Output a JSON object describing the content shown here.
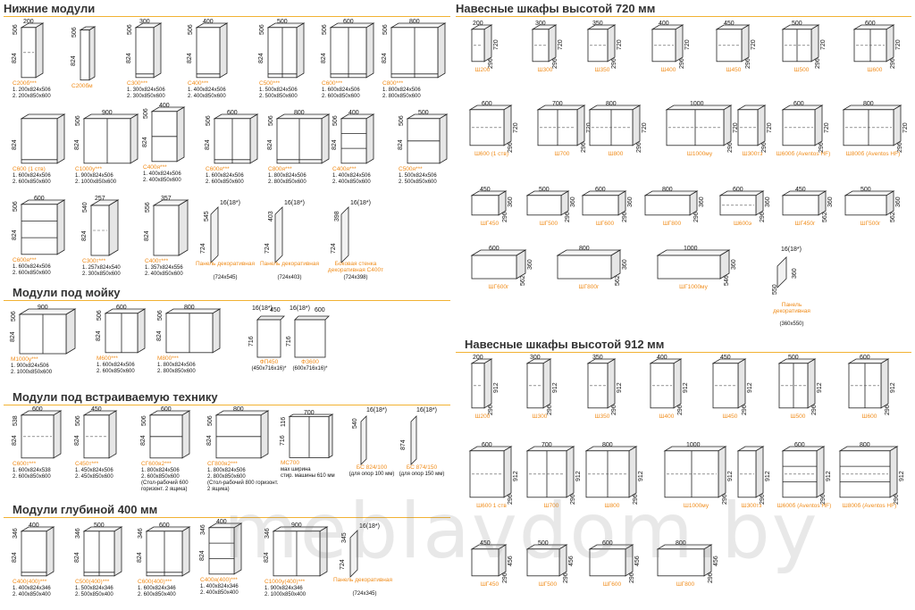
{
  "sections": {
    "bottom": "Нижние модули",
    "wall720": "Навесные шкафы высотой 720 мм",
    "sink": "Модули под мойку",
    "builtin": "Модули под встраиваемую технику",
    "wall912": "Навесные шкафы высотой 912 мм",
    "depth400": "Модули глубиной 400 мм"
  },
  "watermark": "meblavdom.by",
  "bottom_modules": [
    {
      "w": "200",
      "d": "506",
      "h": "824",
      "name": "С200б***",
      "d1": "1. 200х824х506",
      "d2": "2. 200х850х600"
    },
    {
      "w": "",
      "d": "506",
      "h": "824",
      "name": "С200бм",
      "d1": "",
      "d2": ""
    },
    {
      "w": "300",
      "d": "506",
      "h": "824",
      "name": "С300***",
      "d1": "1. 300х824х506",
      "d2": "2. 300х850х600"
    },
    {
      "w": "400",
      "d": "506",
      "h": "824",
      "name": "С400***",
      "d1": "1. 400х824х506",
      "d2": "2. 400х850х600"
    },
    {
      "w": "500",
      "d": "506",
      "h": "824",
      "name": "С500***",
      "d1": "1. 500х824х506",
      "d2": "2. 500х850х600"
    },
    {
      "w": "600",
      "d": "506",
      "h": "824",
      "name": "С600***",
      "d1": "1. 600х824х506",
      "d2": "2. 600х850х600"
    },
    {
      "w": "800",
      "d": "506",
      "h": "824",
      "name": "С800***",
      "d1": "1. 800х824х506",
      "d2": "2. 800х850х600"
    },
    {
      "w": "",
      "d": "",
      "h": "824",
      "name": "С600 (1 ств)",
      "d1": "1. 600х824х506",
      "d2": "2. 600х850х600"
    },
    {
      "w": "900",
      "d": "506",
      "h": "824",
      "name": "С1000у***",
      "d1": "1. 900х824х506",
      "d2": "2. 1000х850х600"
    },
    {
      "w": "400",
      "d": "506",
      "h": "824",
      "name": "С400я***",
      "d1": "1. 400х824х506",
      "d2": "2. 400х850х600"
    },
    {
      "w": "600",
      "d": "506",
      "h": "824",
      "name": "С600я***",
      "d1": "1. 600х824х506",
      "d2": "2. 600х850х600"
    },
    {
      "w": "800",
      "d": "506",
      "h": "824",
      "name": "С800я***",
      "d1": "1. 800х824х506",
      "d2": "2. 800х850х600"
    },
    {
      "w": "400",
      "d": "506",
      "h": "824",
      "name": "С400я***",
      "d1": "1. 400х824х506",
      "d2": "2. 400х850х600"
    },
    {
      "w": "500",
      "d": "506",
      "h": "824",
      "name": "С500я***",
      "d1": "1. 500х824х506",
      "d2": "2. 500х850х600"
    },
    {
      "w": "600",
      "d": "506",
      "h": "824",
      "name": "С600я***",
      "d1": "1. 600х824х506",
      "d2": "2. 600х850х600"
    },
    {
      "w": "257",
      "d": "540",
      "h": "824",
      "name": "С300т***",
      "d1": "1. 257х824х540",
      "d2": "2. 300х850х600"
    },
    {
      "w": "357",
      "d": "556",
      "h": "824",
      "name": "С400т***",
      "d1": "1. 357х824х556",
      "d2": "2. 400х850х600"
    }
  ],
  "panels": [
    {
      "top": "16(18*)",
      "d": "545",
      "h": "724",
      "name": "Панель декоративная",
      "size": "(724х545)"
    },
    {
      "top": "16(18*)",
      "d": "403",
      "h": "724",
      "name": "Панель декоративная",
      "size": "(724х403)"
    },
    {
      "top": "16(18*)",
      "d": "398",
      "h": "724",
      "name": "Боковая стенка декоративная С400т",
      "size": "(724х398)"
    }
  ],
  "sink_modules": [
    {
      "w": "900",
      "d": "506",
      "h": "824",
      "name": "М1000у***",
      "d1": "1. 900х824х506",
      "d2": "2. 1000х850х600"
    },
    {
      "w": "600",
      "d": "506",
      "h": "824",
      "name": "М600***",
      "d1": "1. 600х824х506",
      "d2": "2. 600х850х600"
    },
    {
      "w": "800",
      "d": "506",
      "h": "824",
      "name": "М800***",
      "d1": "1. 800х824х506",
      "d2": "2. 800х850х600"
    }
  ],
  "sink_panels": [
    {
      "top": "16(18*)",
      "w": "450",
      "h": "716",
      "name": "ФП450",
      "size": "(450х716х16)*"
    },
    {
      "top": "16(18*)",
      "w": "600",
      "h": "716",
      "name": "ФЗ600",
      "size": "(600х716х16)*"
    }
  ],
  "builtin_modules": [
    {
      "w": "600",
      "d": "538",
      "h": "824",
      "name": "С600т***",
      "d1": "1. 600х824х538",
      "d2": "2. 600х850х600",
      "n": ""
    },
    {
      "w": "450",
      "d": "506",
      "h": "824",
      "name": "С450т***",
      "d1": "1. 450х824х506",
      "d2": "2. 450х850х600",
      "n": ""
    },
    {
      "w": "600",
      "d": "506",
      "h": "824",
      "name": "СГ600я2***",
      "d1": "1. 800х824х506",
      "d2": "2. 600х850х600",
      "n": "(Стол-рабочий 600 горизонт. 2 ящика)"
    },
    {
      "w": "800",
      "d": "506",
      "h": "824",
      "name": "СГ800я2***",
      "d1": "1. 800х824х506",
      "d2": "2. 800х850х600",
      "n": "(Стол-рабочий 800 горизонт. 2 ящика)"
    },
    {
      "w": "700",
      "d": "116",
      "h": "716",
      "name": "МС700",
      "d1": "мах ширина",
      "d2": "стир. машины 610 мм",
      "n": ""
    }
  ],
  "builtin_panels": [
    {
      "top": "16(18*)",
      "d": "540",
      "h": "",
      "name": "БС 824/100",
      "size": "(для опор 100 мм)"
    },
    {
      "top": "16(18*)",
      "d": "",
      "h": "874",
      "name": "БС 874/150",
      "size": "(для опор 150 мм)"
    }
  ],
  "depth400_modules": [
    {
      "w": "400",
      "d": "346",
      "h": "824",
      "name": "С400(400)***",
      "d1": "1. 400х824х346",
      "d2": "2. 400х850х400"
    },
    {
      "w": "500",
      "d": "346",
      "h": "824",
      "name": "С500(400)***",
      "d1": "1. 500х824х346",
      "d2": "2. 500х850х400"
    },
    {
      "w": "600",
      "d": "346",
      "h": "824",
      "name": "С600(400)***",
      "d1": "1. 600х824х346",
      "d2": "2. 600х850х400"
    },
    {
      "w": "400",
      "d": "346",
      "h": "824",
      "name": "С400я(400)***",
      "d1": "1. 400х824х346",
      "d2": "2. 400х850х400"
    },
    {
      "w": "900",
      "d": "346",
      "h": "824",
      "name": "С1000у(400)***",
      "d1": "1. 900х824х346",
      "d2": "2. 1000х850х400"
    }
  ],
  "depth400_panel": {
    "top": "16(18*)",
    "d": "345",
    "h": "724",
    "name": "Панель декоративная",
    "size": "(724х345)"
  },
  "wall720": [
    {
      "w": "200",
      "h": "720",
      "d": "296",
      "name": "Ш200"
    },
    {
      "w": "300",
      "h": "720",
      "d": "296",
      "name": "Ш300"
    },
    {
      "w": "350",
      "h": "720",
      "d": "296",
      "name": "Ш350"
    },
    {
      "w": "400",
      "h": "720",
      "d": "296",
      "name": "Ш400"
    },
    {
      "w": "450",
      "h": "720",
      "d": "296",
      "name": "Ш450"
    },
    {
      "w": "500",
      "h": "720",
      "d": "296",
      "name": "Ш500"
    },
    {
      "w": "600",
      "h": "720",
      "d": "296",
      "name": "Ш600"
    },
    {
      "w": "600",
      "h": "720",
      "d": "296",
      "name": "Ш600 (1 ств)"
    },
    {
      "w": "700",
      "h": "720",
      "d": "296",
      "name": "Ш700"
    },
    {
      "w": "800",
      "h": "720",
      "d": "296",
      "name": "Ш800"
    },
    {
      "w": "1000",
      "h": "720",
      "d": "296",
      "name": "Ш1000му"
    },
    {
      "w": "",
      "h": "720",
      "d": "296",
      "name": "Ш300тз"
    },
    {
      "w": "600",
      "h": "720",
      "d": "296",
      "name": "Ш600б (Aventos HF)"
    },
    {
      "w": "800",
      "h": "720",
      "d": "296",
      "name": "Ш800б (Aventos HF)"
    }
  ],
  "wall720_short": [
    {
      "w": "450",
      "h": "360",
      "d": "296",
      "name": "ШГ450"
    },
    {
      "w": "500",
      "h": "360",
      "d": "296",
      "name": "ШГ500"
    },
    {
      "w": "600",
      "h": "360",
      "d": "296",
      "name": "ШГ600"
    },
    {
      "w": "800",
      "h": "360",
      "d": "296",
      "name": "ШГ800"
    },
    {
      "w": "600",
      "h": "360",
      "d": "296",
      "name": "Ш600э"
    },
    {
      "w": "450",
      "h": "360",
      "d": "562",
      "name": "ШГ450г"
    },
    {
      "w": "500",
      "h": "360",
      "d": "562",
      "name": "ШГ500г"
    },
    {
      "w": "600",
      "h": "360",
      "d": "562",
      "name": "ШГ600г"
    },
    {
      "w": "800",
      "h": "360",
      "d": "562",
      "name": "ШГ800г"
    },
    {
      "w": "1000",
      "h": "360",
      "d": "546",
      "name": "ШГ1000му"
    }
  ],
  "wall720_panel": {
    "top": "16(18*)",
    "d": "550",
    "h": "360",
    "name": "Панель декоративная",
    "size": "(360х550)"
  },
  "wall912": [
    {
      "w": "200",
      "h": "912",
      "d": "296",
      "name": "Ш200"
    },
    {
      "w": "300",
      "h": "912",
      "d": "296",
      "name": "Ш300"
    },
    {
      "w": "350",
      "h": "912",
      "d": "296",
      "name": "Ш350"
    },
    {
      "w": "400",
      "h": "912",
      "d": "296",
      "name": "Ш400"
    },
    {
      "w": "450",
      "h": "912",
      "d": "296",
      "name": "Ш450"
    },
    {
      "w": "500",
      "h": "912",
      "d": "296",
      "name": "Ш500"
    },
    {
      "w": "600",
      "h": "912",
      "d": "296",
      "name": "Ш600"
    },
    {
      "w": "600",
      "h": "912",
      "d": "296",
      "name": "Ш600 1 ств"
    },
    {
      "w": "700",
      "h": "912",
      "d": "296",
      "name": "Ш700"
    },
    {
      "w": "800",
      "h": "912",
      "d": "296",
      "name": "Ш800"
    },
    {
      "w": "1000",
      "h": "912",
      "d": "296",
      "name": "Ш1000му"
    },
    {
      "w": "",
      "h": "912",
      "d": "296",
      "name": "Ш300тз"
    },
    {
      "w": "600",
      "h": "912",
      "d": "296",
      "name": "Ш600б (Aventos HF)"
    },
    {
      "w": "800",
      "h": "912",
      "d": "296",
      "name": "Ш800б (Aventos HF)"
    }
  ],
  "wall912_short": [
    {
      "w": "450",
      "h": "456",
      "d": "296",
      "name": "ШГ450"
    },
    {
      "w": "500",
      "h": "456",
      "d": "296",
      "name": "ШГ500"
    },
    {
      "w": "600",
      "h": "456",
      "d": "296",
      "name": "ШГ600"
    },
    {
      "w": "800",
      "h": "456",
      "d": "296",
      "name": "ШГ800"
    }
  ]
}
